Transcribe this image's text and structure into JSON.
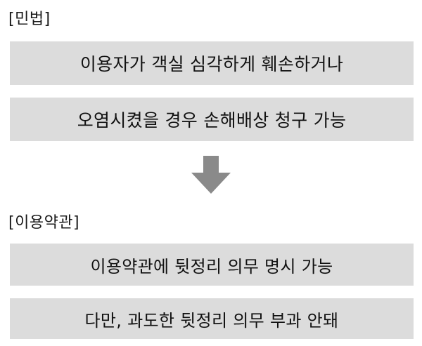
{
  "sections": [
    {
      "label": "[민법]",
      "boxes": [
        "이용자가 객실 심각하게 훼손하거나",
        "오염시켰을 경우 손해배상 청구 가능"
      ]
    },
    {
      "label": "[이용약관]",
      "boxes": [
        "이용약관에 뒷정리 의무 명시 가능",
        "다만, 과도한 뒷정리 의무 부과 안돼"
      ]
    }
  ],
  "colors": {
    "box_fill": "#dcdcdc",
    "arrow_fill": "#8a8a8a",
    "text": "#111111"
  },
  "icons": {
    "arrow": "arrow-down-icon"
  }
}
